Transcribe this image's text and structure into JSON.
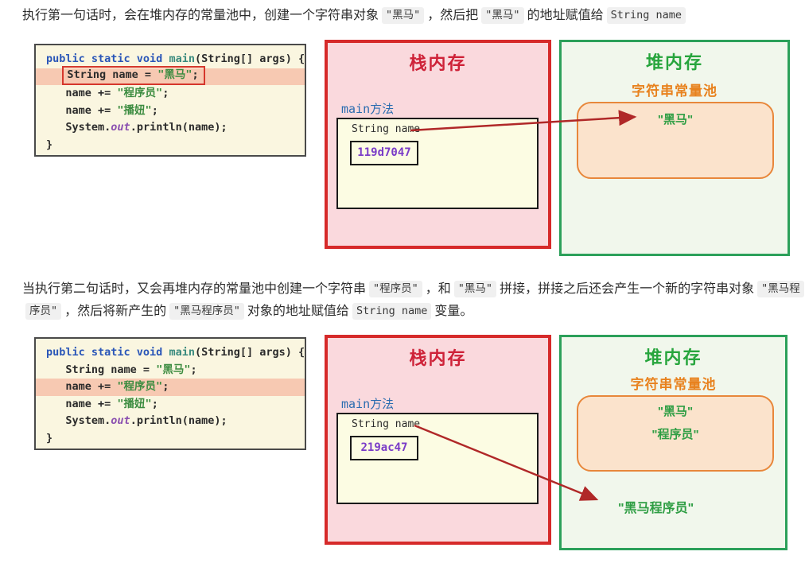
{
  "colors": {
    "stack_border": "#d62a2a",
    "stack_bg": "#fad9dd",
    "stack_title": "#ce2238",
    "heap_border": "#2ca05a",
    "heap_bg": "#f1f7ec",
    "heap_title": "#27a53d",
    "pool_label": "#e8821e",
    "pool_border": "#e8873b",
    "pool_bg": "#fbe3cc",
    "heap_string": "#2f9e44",
    "arrow": "#b02828",
    "code_bg": "#faf6e0",
    "code_highlight_bg": "#f7c9b2",
    "highlight_box_border": "#d5372c",
    "keyword": "#2a56b8",
    "function_name": "#3a8b7e",
    "string_literal": "#3c8c40",
    "field_out": "#8a4fb0",
    "value_text": "#7a3cc8",
    "method_label": "#2a6cb0",
    "inline_chip_bg": "#f0f0f0"
  },
  "paragraph1": {
    "segments": [
      {
        "t": "执行第一句话时，会在堆内存的常量池中，创建一个字符串对象"
      },
      {
        "t": "\"黑马\"",
        "code": true
      },
      {
        "t": "，然后把"
      },
      {
        "t": "\"黑马\"",
        "code": true
      },
      {
        "t": "的地址赋值给"
      },
      {
        "t": "String name",
        "code": true
      }
    ]
  },
  "paragraph2": {
    "line1_segments": [
      {
        "t": "当执行第二句话时，又会再堆内存的常量池中创建一个字符串"
      },
      {
        "t": "\"程序员\"",
        "code": true
      },
      {
        "t": "，和"
      },
      {
        "t": "\"黑马\"",
        "code": true
      },
      {
        "t": "拼接，拼接之后还会产生一个新的字符串对象"
      },
      {
        "t": "\"黑马程",
        "code": true
      }
    ],
    "line2_segments": [
      {
        "t": "序员\"",
        "code": true
      },
      {
        "t": "，然后将新产生的"
      },
      {
        "t": "\"黑马程序员\"",
        "code": true
      },
      {
        "t": "对象的地址赋值给"
      },
      {
        "t": "String name",
        "code": true
      },
      {
        "t": "变量。"
      }
    ]
  },
  "code": {
    "lines": [
      {
        "indent": "",
        "tokens": [
          {
            "t": "public static void ",
            "c": "kw"
          },
          {
            "t": "main",
            "c": "fn"
          },
          {
            "t": "(String[] args) {",
            "c": "pl"
          }
        ]
      },
      {
        "indent": "   ",
        "tokens": [
          {
            "t": "String name = ",
            "c": "pl"
          },
          {
            "t": "\"黑马\"",
            "c": "str"
          },
          {
            "t": ";",
            "c": "pl"
          }
        ]
      },
      {
        "indent": "   ",
        "tokens": [
          {
            "t": "name += ",
            "c": "pl"
          },
          {
            "t": "\"程序员\"",
            "c": "str"
          },
          {
            "t": ";",
            "c": "pl"
          }
        ]
      },
      {
        "indent": "   ",
        "tokens": [
          {
            "t": "name += ",
            "c": "pl"
          },
          {
            "t": "\"播妞\"",
            "c": "str"
          },
          {
            "t": ";",
            "c": "pl"
          }
        ]
      },
      {
        "indent": "   ",
        "tokens": [
          {
            "t": "System.",
            "c": "pl"
          },
          {
            "t": "out",
            "c": "out"
          },
          {
            "t": ".println(name);",
            "c": "pl"
          }
        ]
      },
      {
        "indent": "",
        "tokens": [
          {
            "t": "}",
            "c": "pl"
          }
        ]
      }
    ],
    "block1": {
      "highlight_line": 1,
      "boxed": true
    },
    "block2": {
      "highlight_line": 2,
      "boxed": false
    }
  },
  "diagram1": {
    "stack": {
      "title": "栈内存",
      "method": "main方法",
      "var": "String name",
      "value": "119d7047"
    },
    "heap": {
      "title": "堆内存",
      "pool_label": "字符串常量池",
      "pool_strings": [
        "\"黑马\""
      ]
    }
  },
  "diagram2": {
    "stack": {
      "title": "栈内存",
      "method": "main方法",
      "var": "String name",
      "value": "219ac47"
    },
    "heap": {
      "title": "堆内存",
      "pool_label": "字符串常量池",
      "pool_strings": [
        "\"黑马\"",
        "\"程序员\""
      ],
      "new_string": "\"黑马程序员\""
    }
  }
}
